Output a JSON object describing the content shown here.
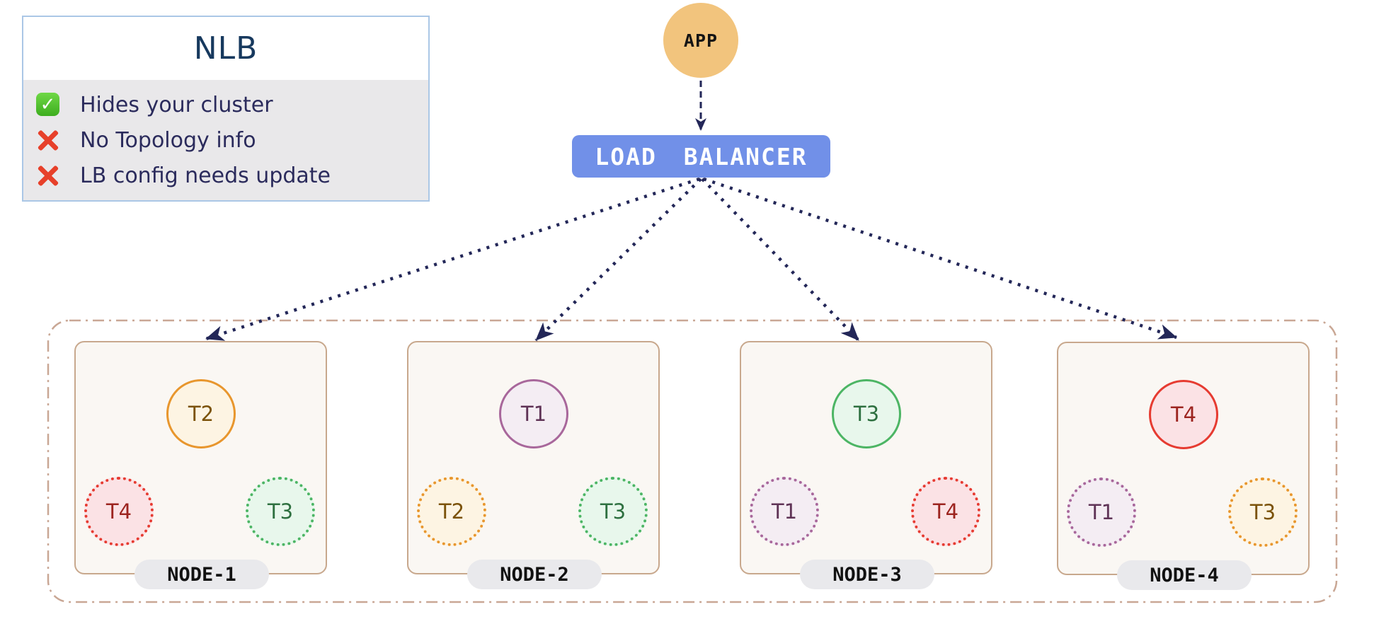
{
  "panel": {
    "title": "NLB",
    "items": [
      {
        "icon": "check-icon",
        "text": "Hides your cluster"
      },
      {
        "icon": "cross-icon",
        "text": "No Topology info"
      },
      {
        "icon": "cross-icon",
        "text": "LB config needs update"
      }
    ]
  },
  "app": {
    "label": "APP"
  },
  "load_balancer": {
    "label": "LOAD BALANCER"
  },
  "cluster": {
    "nodes": [
      {
        "name": "NODE-1",
        "pods": [
          {
            "label": "T2",
            "style": "solid orange"
          },
          {
            "label": "T4",
            "style": "dotted red"
          },
          {
            "label": "T3",
            "style": "dotted green"
          }
        ]
      },
      {
        "name": "NODE-2",
        "pods": [
          {
            "label": "T1",
            "style": "solid purple"
          },
          {
            "label": "T2",
            "style": "dotted orange"
          },
          {
            "label": "T3",
            "style": "dotted green"
          }
        ]
      },
      {
        "name": "NODE-3",
        "pods": [
          {
            "label": "T3",
            "style": "solid green"
          },
          {
            "label": "T1",
            "style": "dotted purple"
          },
          {
            "label": "T4",
            "style": "dotted red"
          }
        ]
      },
      {
        "name": "NODE-4",
        "pods": [
          {
            "label": "T4",
            "style": "solid red"
          },
          {
            "label": "T1",
            "style": "dotted purple"
          },
          {
            "label": "T3",
            "style": "dotted orange"
          }
        ]
      }
    ]
  },
  "colors": {
    "arrow": "#232758",
    "app_fill": "#f2c47d",
    "lb_fill": "#7190e8",
    "node_fill": "#faf7f3",
    "node_border": "#c8a88d",
    "cluster_outline": "#c9a795",
    "panel_border": "#abc7e6",
    "panel_body_bg": "#e9e8ea",
    "panel_title_color": "#17395e",
    "panel_item_color": "#2b2b5c",
    "tenant_orange": "#e8962d",
    "tenant_purple": "#a8679b",
    "tenant_green": "#4cb564",
    "tenant_red": "#e63b31",
    "check_green": "#3dad1f",
    "cross_red": "#e7402a"
  }
}
